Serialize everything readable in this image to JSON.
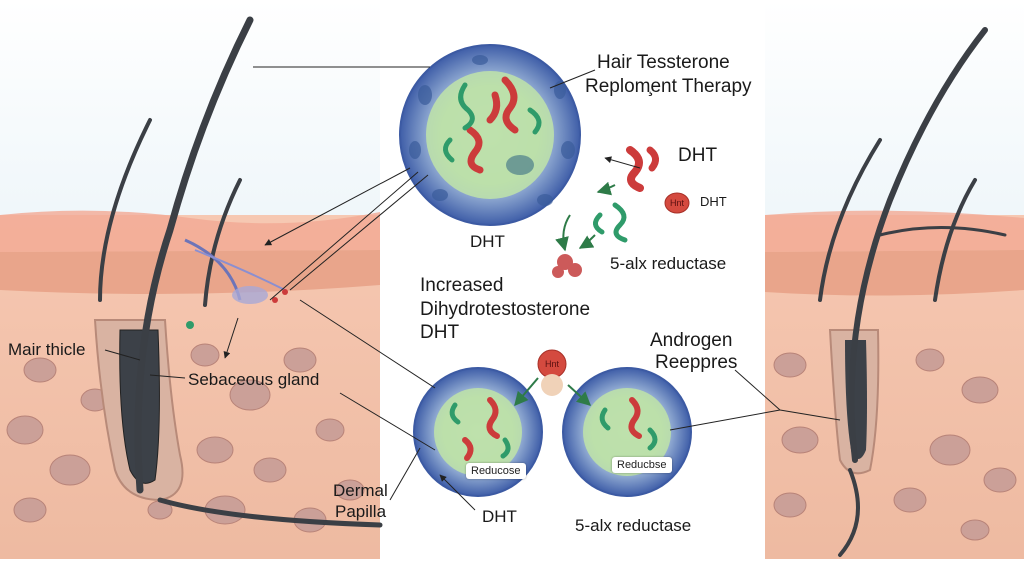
{
  "colors": {
    "skin_top": "#f3b7a3",
    "skin_dermis": "#f1c7ae",
    "fat_cell": "#c89a8e",
    "hair": "#3b3f45",
    "cell_membrane": "#4f6fb4",
    "cell_inner": "#b9dba5",
    "red_molecule": "#cc3b3b",
    "green_molecule": "#2f9b6a",
    "sky": "#dcebf3",
    "arrow_green": "#2e7b48"
  },
  "labels": {
    "hair_trt": "Hair Tessterone",
    "repl_therapy": "Replom̧ent Therapy",
    "dht_right": "DHT",
    "hnt_small": "Hnt",
    "dht_small": "DHT",
    "dht_center": "DHT",
    "alx_reductase_top": "5-alx reductase",
    "increased": "Increased",
    "dihydrotestosterone": "Dihydrotestosterone",
    "dht_under": "DHT",
    "androgen": "Androgen",
    "reeppres": "Reeppres",
    "mair_thicle": "Mair thicle",
    "sebaceous_gland": "Sebaceous gland",
    "dermal": "Dermal",
    "papilla": "Papilla",
    "dht_bottom": "DHT",
    "alx_reductase_bottom": "5-alx reductase",
    "reducose_left": "Reducose",
    "reducose_right": "Reducbse",
    "hnt_top_blob": "Hnt"
  },
  "icons": [
    "hair-follicle-icon",
    "cell-icon",
    "molecule-icon",
    "arrow-icon"
  ]
}
